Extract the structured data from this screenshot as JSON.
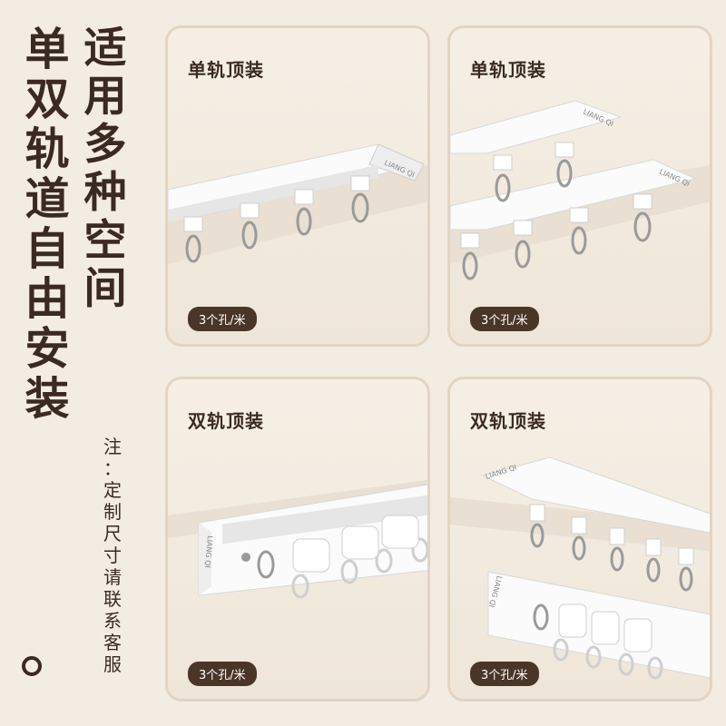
{
  "headline": {
    "col1": [
      "单",
      "双",
      "轨",
      "道",
      "自",
      "由",
      "安",
      "装"
    ],
    "col2": [
      "适",
      "用",
      "多",
      "种",
      "空",
      "间"
    ]
  },
  "note": [
    "注",
    "：",
    "定",
    "制",
    "尺",
    "寸",
    "请",
    "联",
    "系",
    "客",
    "服"
  ],
  "panels": [
    {
      "label": "单轨顶装",
      "badge": "3个孔/米",
      "brand": "LIANG QI"
    },
    {
      "label": "单轨顶装",
      "badge": "3个孔/米",
      "brand": "LIANG QI"
    },
    {
      "label": "双轨顶装",
      "badge": "3个孔/米",
      "brand": "LIANG QI"
    },
    {
      "label": "双轨顶装",
      "badge": "3个孔/米",
      "brand": "LIANG QI"
    }
  ],
  "colors": {
    "text": "#3a2a22",
    "badge": "#4a3628",
    "panel_border": "#e3d4c2"
  }
}
